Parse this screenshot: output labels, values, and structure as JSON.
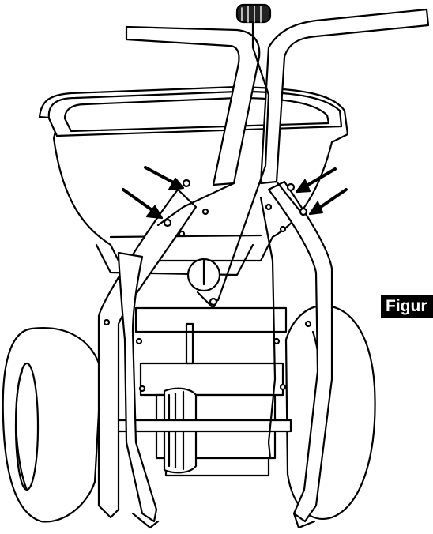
{
  "figure": {
    "label_text": "Figur",
    "subject": "broadcast-spreader-assembly",
    "indicator_arrow_count": 4,
    "colors": {
      "line": "#000000",
      "background": "#ffffff",
      "label_bg": "#000000",
      "label_text": "#ffffff"
    }
  }
}
